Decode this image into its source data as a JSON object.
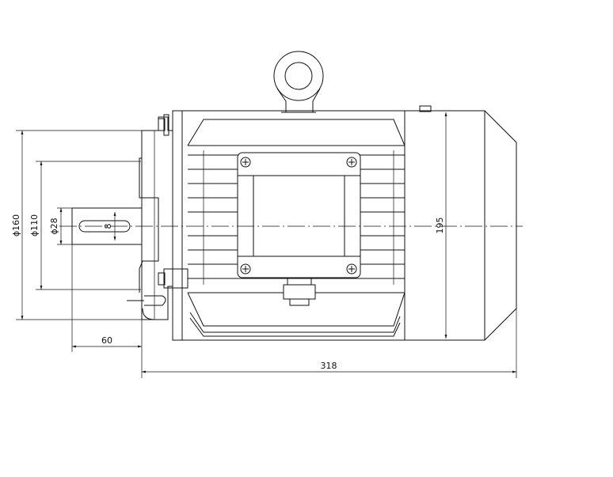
{
  "drawing": {
    "dimensions": {
      "overall_length": "318",
      "shaft_length": "60",
      "frame_height": "195",
      "flange_diameter": "ϕ160",
      "spigot_diameter": "ϕ110",
      "shaft_diameter": "ϕ28",
      "key_width": "8"
    }
  }
}
